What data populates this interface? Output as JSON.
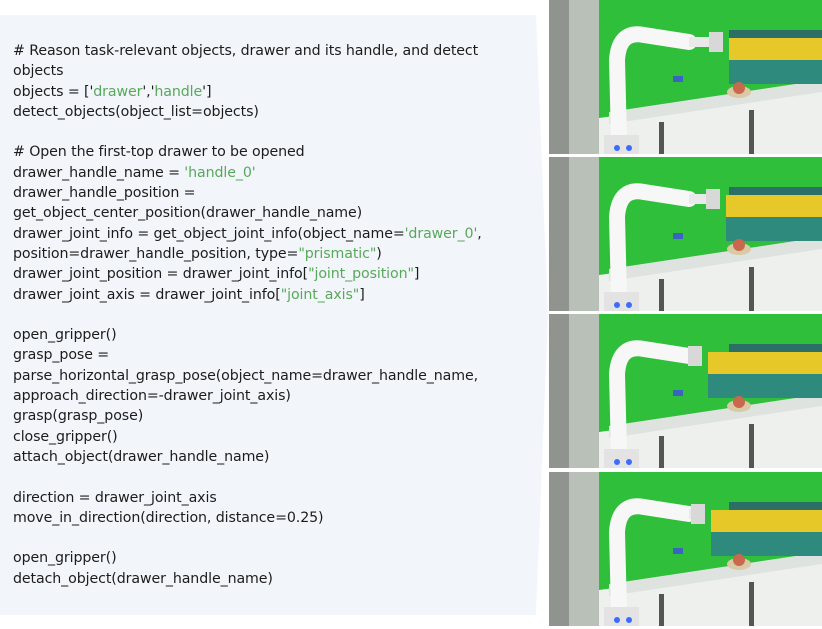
{
  "code_lines": [
    [
      {
        "t": "# Reason task-relevant objects, drawer and its handle, and detect"
      }
    ],
    [
      {
        "t": "objects"
      }
    ],
    [
      {
        "t": "objects = ['"
      },
      {
        "t": "drawer",
        "s": true
      },
      {
        "t": "','"
      },
      {
        "t": "handle",
        "s": true
      },
      {
        "t": "']"
      }
    ],
    [
      {
        "t": "detect_objects(object_list=objects)"
      }
    ],
    [
      {
        "t": ""
      }
    ],
    [
      {
        "t": "# Open the first-top drawer to be opened"
      }
    ],
    [
      {
        "t": "drawer_handle_name = "
      },
      {
        "t": "'handle_0'",
        "s": true
      }
    ],
    [
      {
        "t": "drawer_handle_position ="
      }
    ],
    [
      {
        "t": "get_object_center_position(drawer_handle_name)"
      }
    ],
    [
      {
        "t": "drawer_joint_info = get_object_joint_info(object_name="
      },
      {
        "t": "'drawer_0'",
        "s": true
      },
      {
        "t": ","
      }
    ],
    [
      {
        "t": "position=drawer_handle_position, type="
      },
      {
        "t": "\"prismatic\"",
        "s": true
      },
      {
        "t": ")"
      }
    ],
    [
      {
        "t": "drawer_joint_position = drawer_joint_info["
      },
      {
        "t": "\"joint_position\"",
        "s": true
      },
      {
        "t": "]"
      }
    ],
    [
      {
        "t": "drawer_joint_axis = drawer_joint_info["
      },
      {
        "t": "\"joint_axis\"",
        "s": true
      },
      {
        "t": "]"
      }
    ],
    [
      {
        "t": ""
      }
    ],
    [
      {
        "t": "open_gripper()"
      }
    ],
    [
      {
        "t": "grasp_pose ="
      }
    ],
    [
      {
        "t": "parse_horizontal_grasp_pose(object_name=drawer_handle_name,"
      }
    ],
    [
      {
        "t": "approach_direction=-drawer_joint_axis)"
      }
    ],
    [
      {
        "t": "grasp(grasp_pose)"
      }
    ],
    [
      {
        "t": "close_gripper()"
      }
    ],
    [
      {
        "t": "attach_object(drawer_handle_name)"
      }
    ],
    [
      {
        "t": ""
      }
    ],
    [
      {
        "t": "direction = drawer_joint_axis"
      }
    ],
    [
      {
        "t": "move_in_direction(direction, distance=0.25)"
      }
    ],
    [
      {
        "t": ""
      }
    ],
    [
      {
        "t": "open_gripper()"
      }
    ],
    [
      {
        "t": "detach_object(drawer_handle_name)"
      }
    ]
  ],
  "colors": {
    "code_text": "#1c1c1c",
    "string_literal": "#58a85a",
    "panel_background": "#f2f6fb",
    "green_screen": "#2fbf3a",
    "drawer_yellow": "#e6c928",
    "drawer_teal": "#2f8a7e"
  },
  "photos": [
    {
      "drawer_open_fraction": 0.0
    },
    {
      "drawer_open_fraction": 0.05
    },
    {
      "drawer_open_fraction": 0.35
    },
    {
      "drawer_open_fraction": 0.3
    }
  ]
}
